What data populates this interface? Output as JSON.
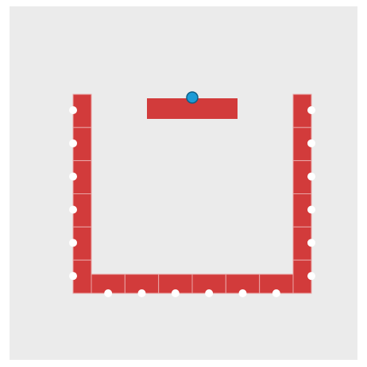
{
  "colors": {
    "page_background": "#ffffff",
    "board_background": "#ebebeb",
    "block_fill": "#d23b3b",
    "block_seam": "#e9a6a6",
    "notch": "#ffffff",
    "ball": "#1d9bd6",
    "ball_outline": "#0f5f87"
  },
  "board": {
    "left_wall_blocks": 6,
    "right_wall_blocks": 6,
    "floor_blocks": 6,
    "notch_count_per_block": 1
  },
  "paddle": {
    "has_ball": true
  }
}
